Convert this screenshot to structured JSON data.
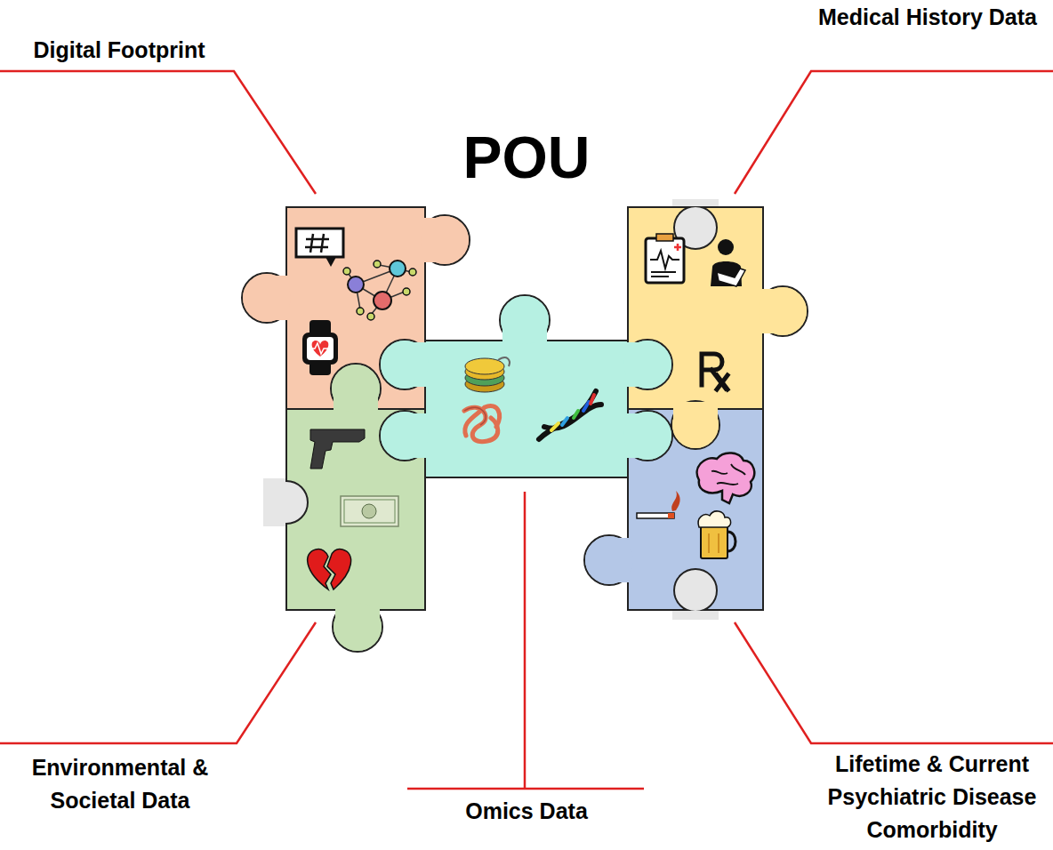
{
  "diagram": {
    "nodes": [
      {
        "text": [
          "POU"
        ]
      }
    ],
    "labels": [
      "Digital Footprint",
      "Medical History Data",
      "Environmental & Societal Data",
      "Omics Data",
      "Lifetime & Current Psychiatric Disease Comorbidity"
    ]
  }
}
